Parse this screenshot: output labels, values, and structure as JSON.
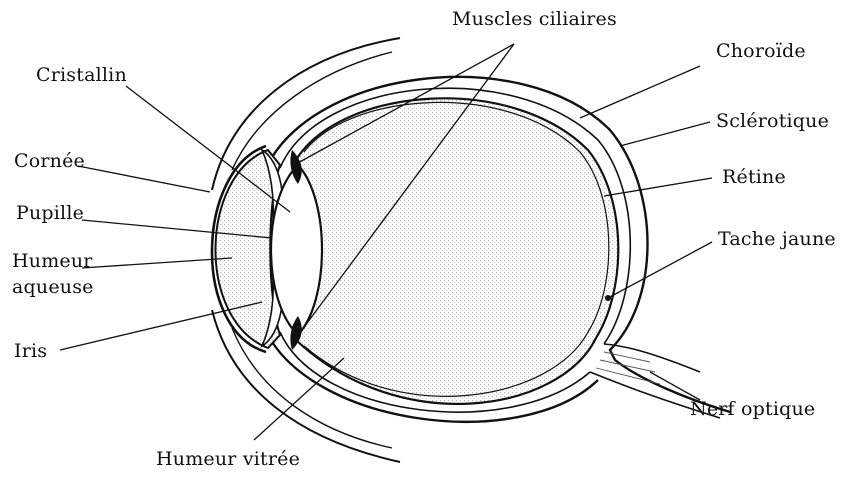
{
  "diagram": {
    "labels": {
      "muscles_ciliaires": "Muscles ciliaires",
      "choroide": "Choroïde",
      "cristallin": "Cristallin",
      "sclerotique": "Sclérotique",
      "cornee": "Cornée",
      "retine": "Rétine",
      "pupille": "Pupille",
      "tache_jaune": "Tache jaune",
      "humeur_aqueuse_line1": "Humeur",
      "humeur_aqueuse_line2": "aqueuse",
      "iris": "Iris",
      "nerf_optique": "Nerf optique",
      "humeur_vitree": "Humeur vitrée"
    },
    "colors": {
      "ink": "#111111",
      "stipple": "#d6d6d6",
      "background": "#ffffff"
    }
  }
}
